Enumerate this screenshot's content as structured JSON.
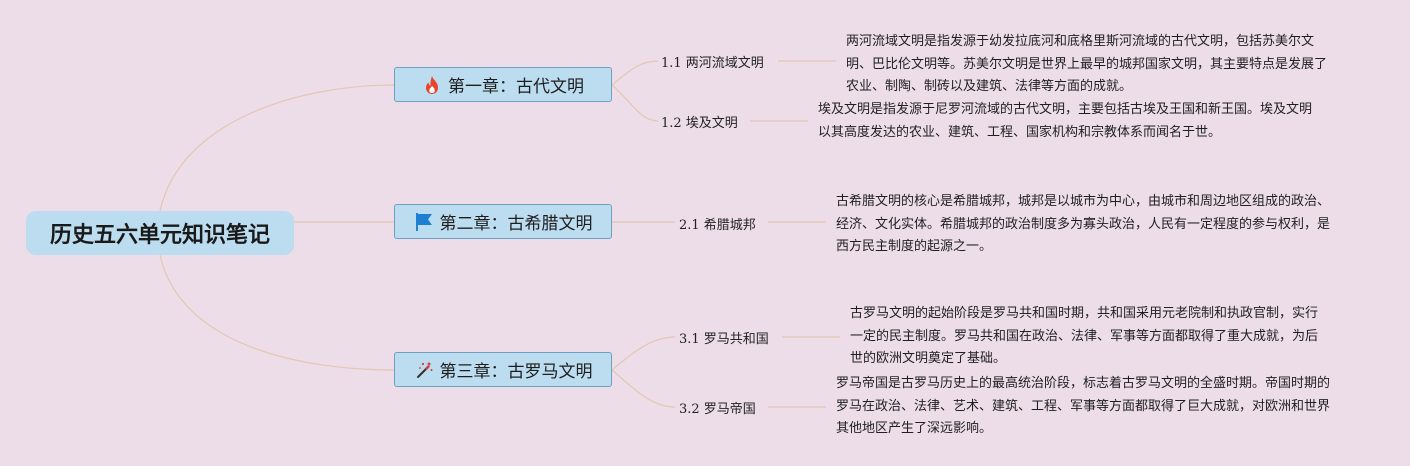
{
  "root": {
    "title": "历史五六单元知识笔记"
  },
  "chapters": [
    {
      "title": "第一章：古代文明",
      "icon": "fire-icon",
      "sections": [
        {
          "label": "1.1 两河流域文明",
          "text": "两河流域文明是指发源于幼发拉底河和底格里斯河流域的古代文明，包括苏美尔文明、巴比伦文明等。苏美尔文明是世界上最早的城邦国家文明，其主要特点是发展了农业、制陶、制砖以及建筑、法律等方面的成就。"
        },
        {
          "label": "1.2 埃及文明",
          "text": "埃及文明是指发源于尼罗河流域的古代文明，主要包括古埃及王国和新王国。埃及文明以其高度发达的农业、建筑、工程、国家机构和宗教体系而闻名于世。"
        }
      ]
    },
    {
      "title": "第二章：古希腊文明",
      "icon": "flag-icon",
      "sections": [
        {
          "label": "2.1 希腊城邦",
          "text": "古希腊文明的核心是希腊城邦，城邦是以城市为中心，由城市和周边地区组成的政治、经济、文化实体。希腊城邦的政治制度多为寡头政治，人民有一定程度的参与权利，是西方民主制度的起源之一。"
        }
      ]
    },
    {
      "title": "第三章：古罗马文明",
      "icon": "magic-wand-icon",
      "sections": [
        {
          "label": "3.1 罗马共和国",
          "text": "古罗马文明的起始阶段是罗马共和国时期，共和国采用元老院制和执政官制，实行一定的民主制度。罗马共和国在政治、法律、军事等方面都取得了重大成就，为后世的欧洲文明奠定了基础。"
        },
        {
          "label": "3.2 罗马帝国",
          "text": "罗马帝国是古罗马历史上的最高统治阶段，标志着古罗马文明的全盛时期。帝国时期的罗马在政治、法律、艺术、建筑、工程、军事等方面都取得了巨大成就，对欧洲和世界其他地区产生了深远影响。"
        }
      ]
    }
  ],
  "colors": {
    "background": "#ecdde8",
    "node_fill": "#bcdcef",
    "node_border": "#6f9fc1",
    "connector": "#e2c7b4",
    "fire": "#e8442a",
    "flag": "#1f7fd1",
    "wand": "#d33a3a"
  }
}
